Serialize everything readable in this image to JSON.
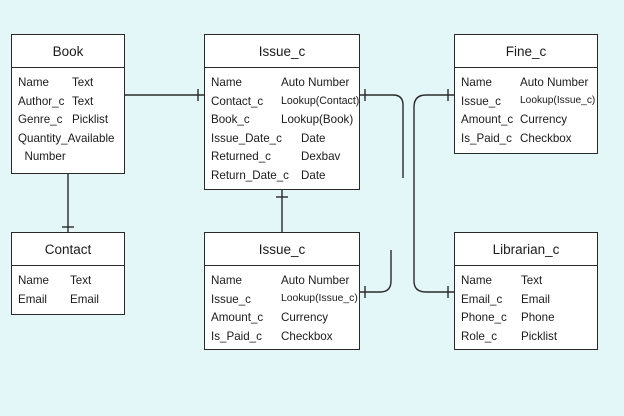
{
  "diagram": {
    "entities": [
      {
        "id": "book",
        "title": "Book",
        "fields": [
          {
            "name": "Name",
            "type": "Text"
          },
          {
            "name": "Author_c",
            "type": "Text"
          },
          {
            "name": "Genre_c",
            "type": "Picklist"
          },
          {
            "name": "Quantity_Available",
            "type": ""
          },
          {
            "name": "  Number",
            "type": ""
          }
        ]
      },
      {
        "id": "contact",
        "title": "Contact",
        "fields": [
          {
            "name": "Name",
            "type": "Text"
          },
          {
            "name": "Email",
            "type": "Email"
          }
        ]
      },
      {
        "id": "issue-top",
        "title": "Issue_c",
        "fields": [
          {
            "name": "Name",
            "type": "Auto Number"
          },
          {
            "name": "Contact_c",
            "type": "Lookup(Contact)"
          },
          {
            "name": "Book_c",
            "type": "Lookup(Book)"
          },
          {
            "name": "Issue_Date_c",
            "type": "Date"
          },
          {
            "name": "Returned_c",
            "type": "Dexbav"
          },
          {
            "name": "Return_Date_c",
            "type": "Date"
          }
        ]
      },
      {
        "id": "issue-bottom",
        "title": "Issue_c",
        "fields": [
          {
            "name": "Name",
            "type": "Auto Number"
          },
          {
            "name": "Issue_c",
            "type": "Lookup(Issue_c)"
          },
          {
            "name": "Amount_c",
            "type": "Currency"
          },
          {
            "name": "Is_Paid_c",
            "type": "Checkbox"
          }
        ]
      },
      {
        "id": "fine",
        "title": "Fine_c",
        "fields": [
          {
            "name": "Name",
            "type": "Auto Number"
          },
          {
            "name": "Issue_c",
            "type": "Lookup(Issue_c)"
          },
          {
            "name": "Amount_c",
            "type": "Currency"
          },
          {
            "name": "Is_Paid_c",
            "type": "Checkbox"
          }
        ]
      },
      {
        "id": "librarian",
        "title": "Librarian_c",
        "fields": [
          {
            "name": "Name",
            "type": "Text"
          },
          {
            "name": "Email_c",
            "type": "Email"
          },
          {
            "name": "Phone_c",
            "type": "Phone"
          },
          {
            "name": "Role_c",
            "type": "Picklist"
          }
        ]
      }
    ]
  }
}
